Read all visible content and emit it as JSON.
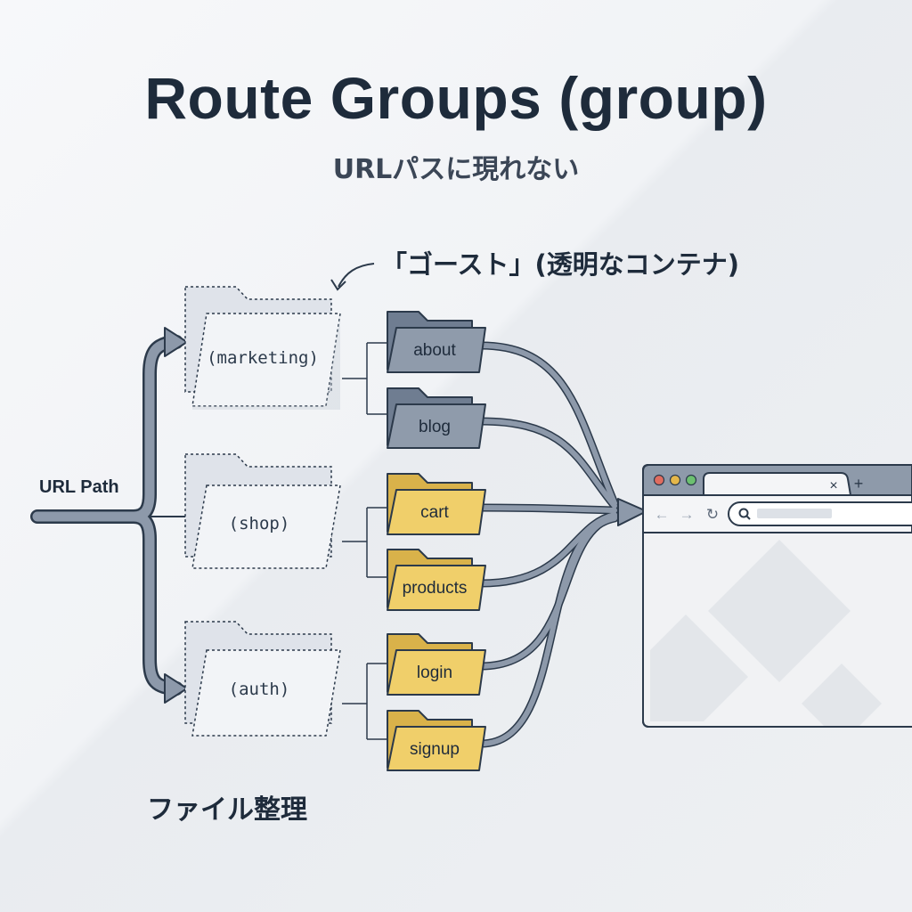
{
  "title": "Route Groups (group)",
  "subtitle": "URLパスに現れない",
  "ghost_note": "「ゴースト」(透明なコンテナ)",
  "url_path_label": "URL Path",
  "file_org_label": "ファイル整理",
  "groups": [
    {
      "label": "(marketing)",
      "routes": [
        "about",
        "blog"
      ],
      "color": "#8f9bab"
    },
    {
      "label": "(shop)",
      "routes": [
        "cart",
        "products"
      ],
      "color": "#f0cf6a"
    },
    {
      "label": "(auth)",
      "routes": [
        "login",
        "signup"
      ],
      "color": "#f0cf6a"
    }
  ],
  "browser": {
    "tab_close": "×",
    "tab_new": "+",
    "nav_back": "←",
    "nav_forward": "→",
    "nav_reload": "↻"
  },
  "colors": {
    "connector": "#8d99aa",
    "outline": "#2c3a4b",
    "gray_folder": "#8f9bab",
    "yellow_folder": "#f0cf6a"
  }
}
